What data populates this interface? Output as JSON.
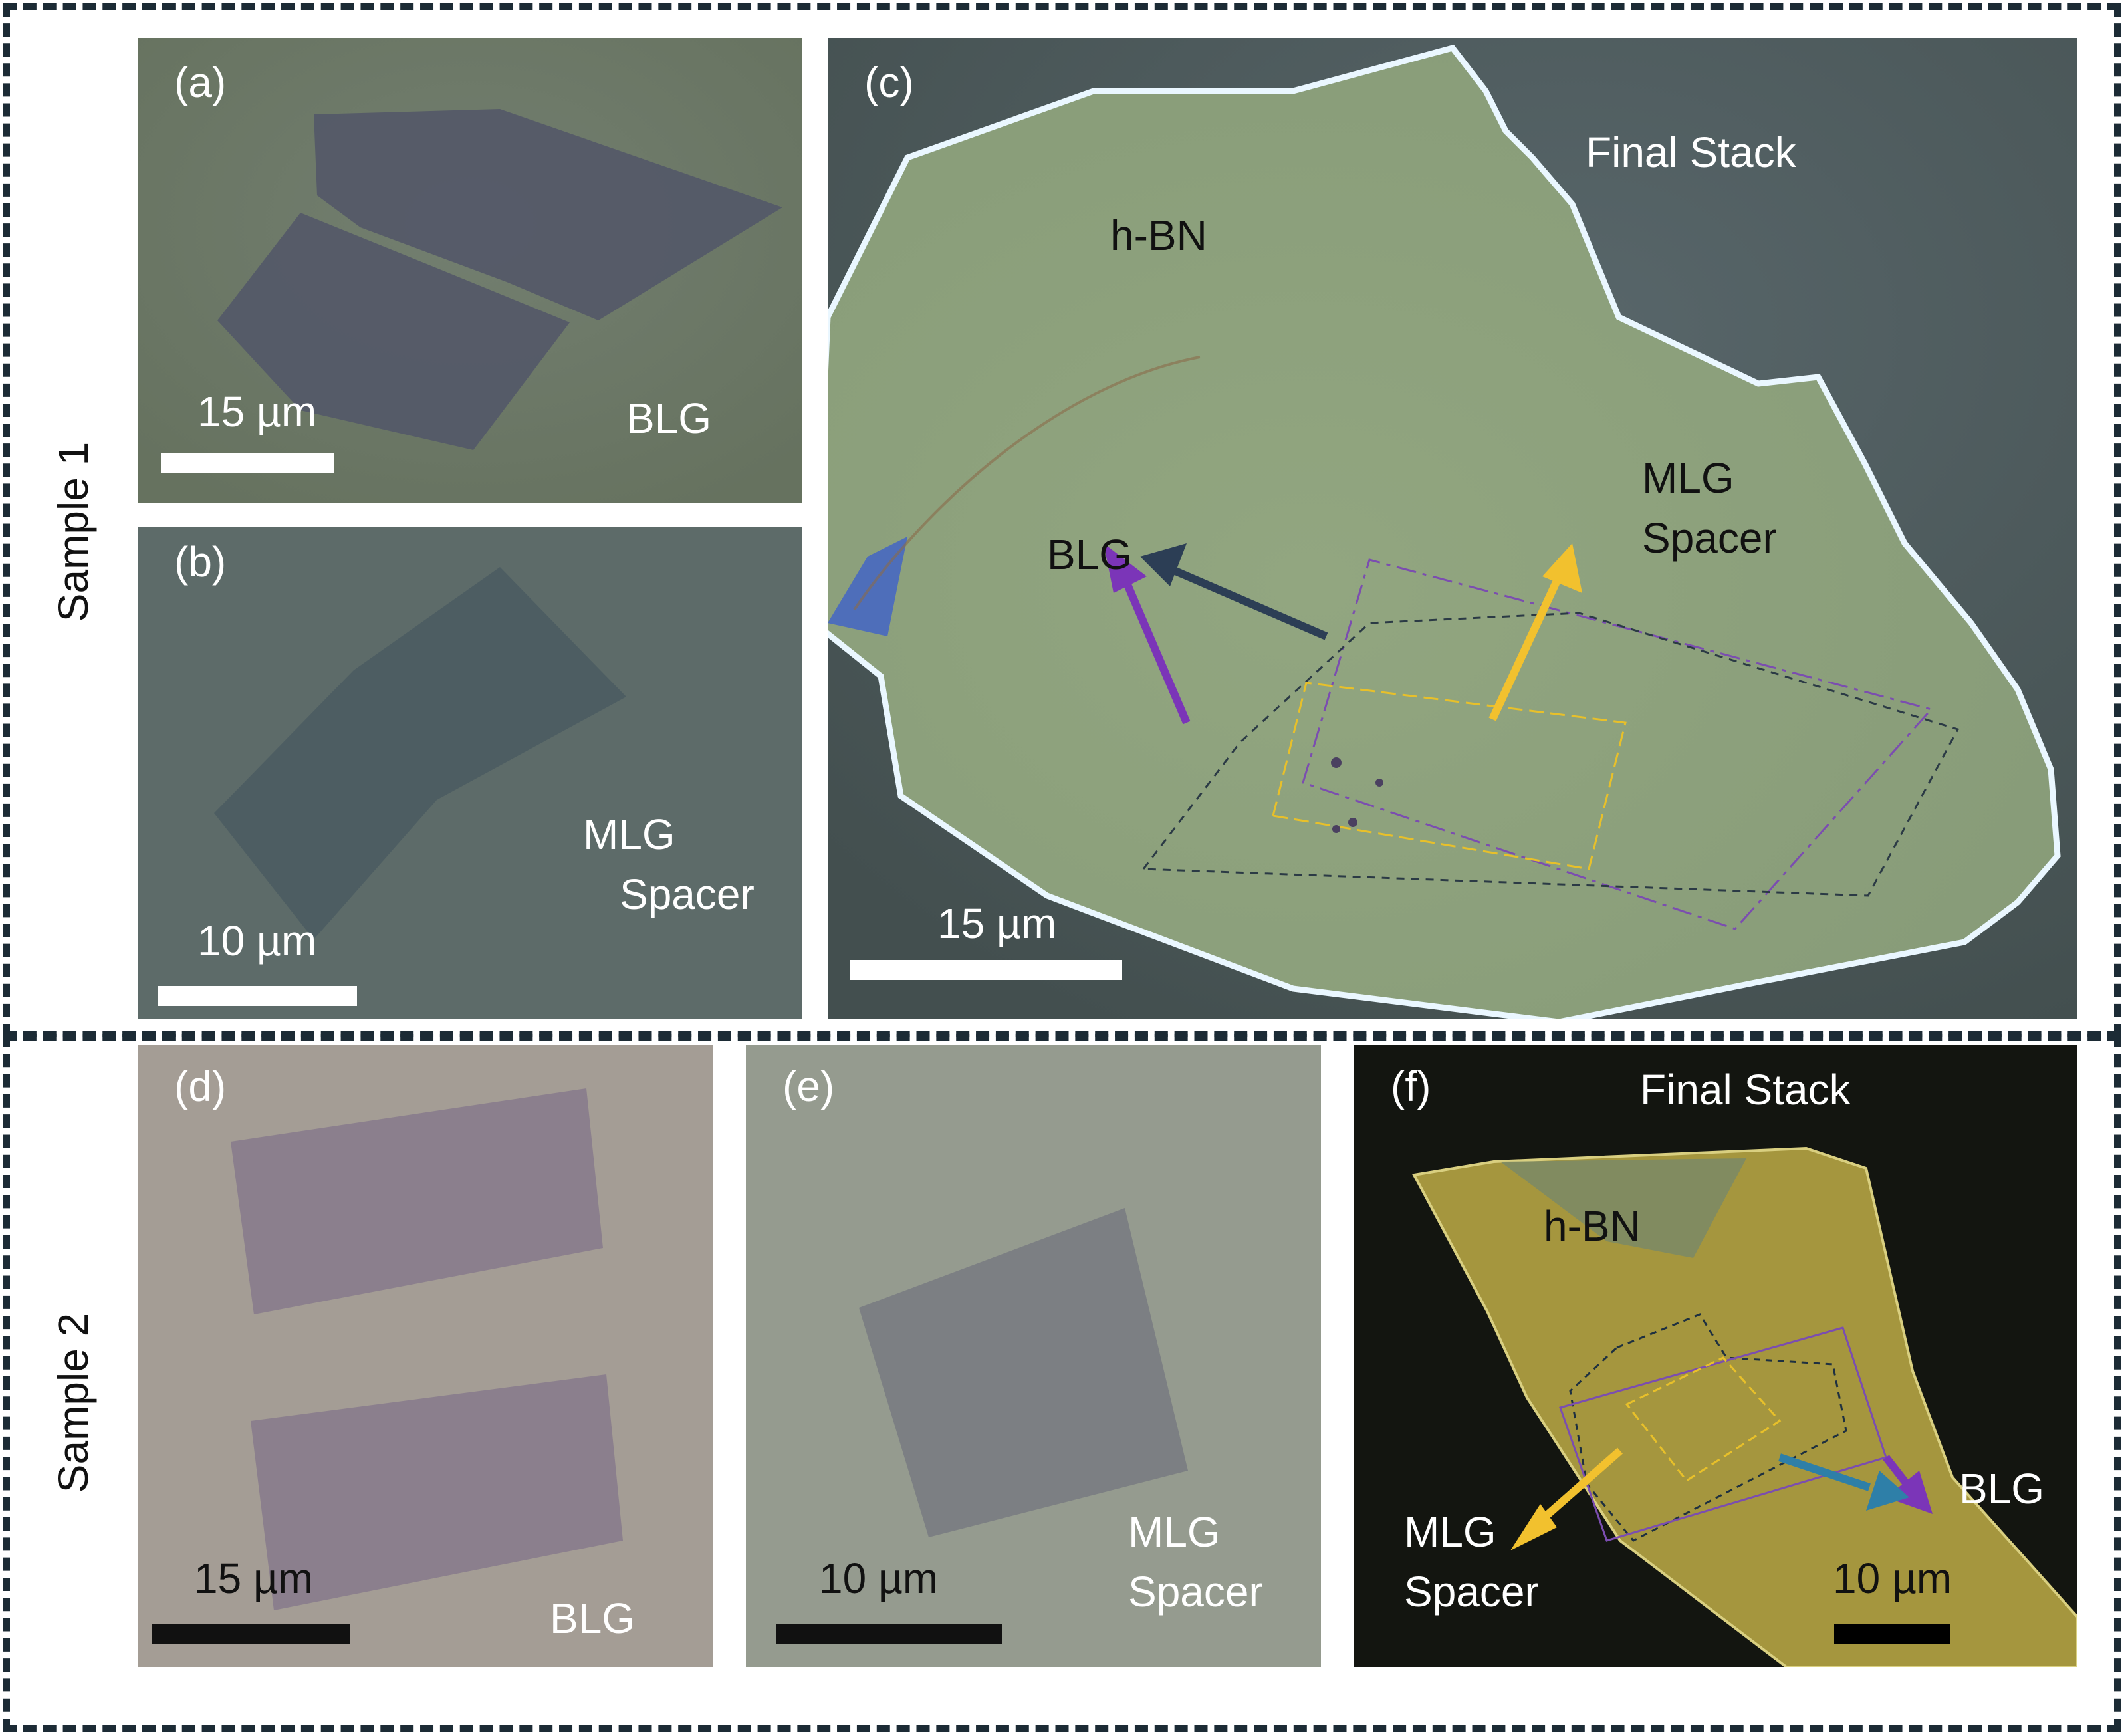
{
  "samples": {
    "sample1": "Sample 1",
    "sample2": "Sample 2"
  },
  "panels": {
    "a": {
      "letter": "(a)",
      "scale": "15 µm",
      "material": "BLG"
    },
    "b": {
      "letter": "(b)",
      "scale": "10 µm",
      "material_line1": "MLG",
      "material_line2": "Spacer"
    },
    "c": {
      "letter": "(c)",
      "title": "Final Stack",
      "hbn": "h-BN",
      "blg": "BLG",
      "mlg_line1": "MLG",
      "mlg_line2": "Spacer",
      "scale": "15 µm"
    },
    "d": {
      "letter": "(d)",
      "scale": "15 µm",
      "material": "BLG"
    },
    "e": {
      "letter": "(e)",
      "scale": "10 µm",
      "material_line1": "MLG",
      "material_line2": "Spacer"
    },
    "f": {
      "letter": "(f)",
      "title": "Final Stack",
      "hbn": "h-BN",
      "blg": "BLG",
      "mlg_line1": "MLG",
      "mlg_line2": "Spacer",
      "scale": "10 µm"
    }
  },
  "colors": {
    "frame": "#1c2b35",
    "arrow_purple": "#7b35b8",
    "arrow_navy": "#2c3e55",
    "arrow_yellow": "#f2c12e",
    "arrow_blue": "#2e7fa8"
  }
}
